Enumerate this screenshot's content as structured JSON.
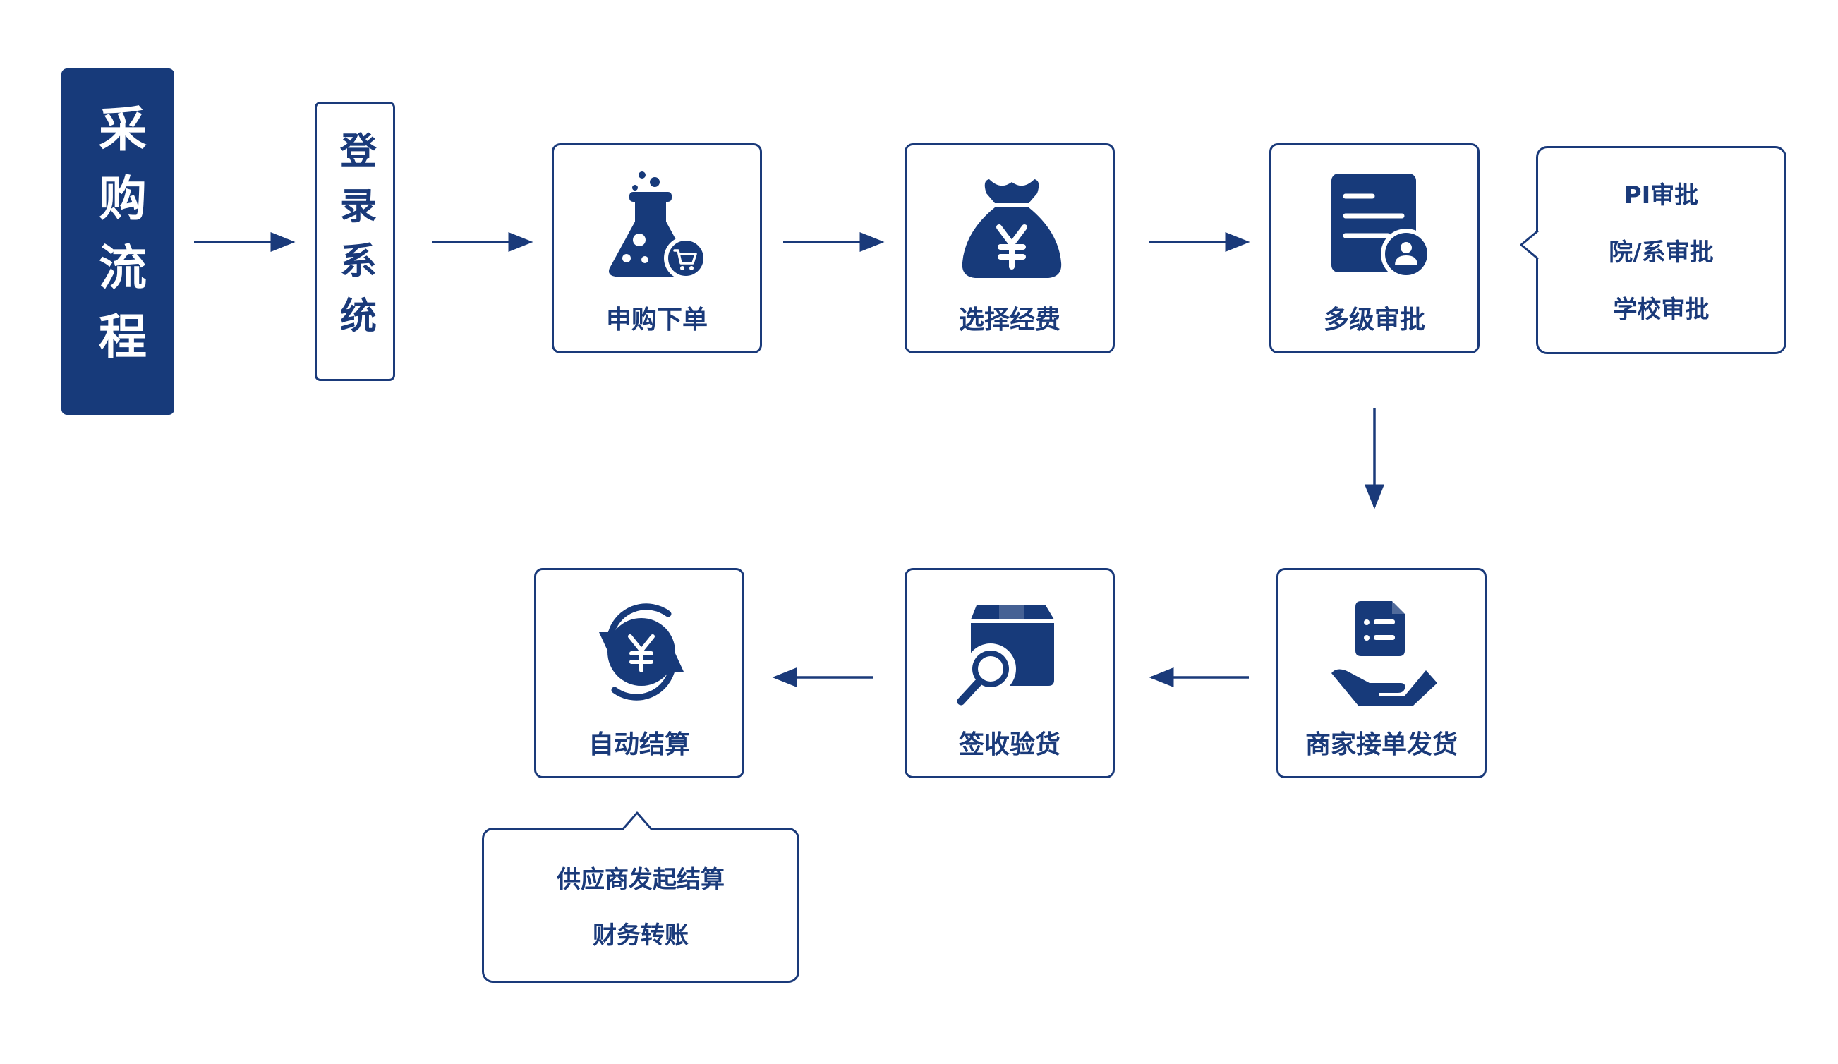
{
  "title": "采购流程",
  "login": "登录系统",
  "steps": {
    "purchase": {
      "label": "申购下单",
      "icon": "flask-cart-icon"
    },
    "funds": {
      "label": "选择经费",
      "icon": "yen-money-bag-icon"
    },
    "approval": {
      "label": "多级审批",
      "icon": "document-user-icon"
    },
    "ship": {
      "label": "商家接单发货",
      "icon": "hand-document-icon"
    },
    "receive": {
      "label": "签收验货",
      "icon": "box-magnifier-icon"
    },
    "settle": {
      "label": "自动结算",
      "icon": "yen-cycle-icon"
    }
  },
  "approval_levels": [
    "PI审批",
    "院/系审批",
    "学校审批"
  ],
  "settle_notes": [
    "供应商发起结算",
    "财务转账"
  ],
  "colors": {
    "primary": "#173a7a",
    "background": "#ffffff"
  }
}
